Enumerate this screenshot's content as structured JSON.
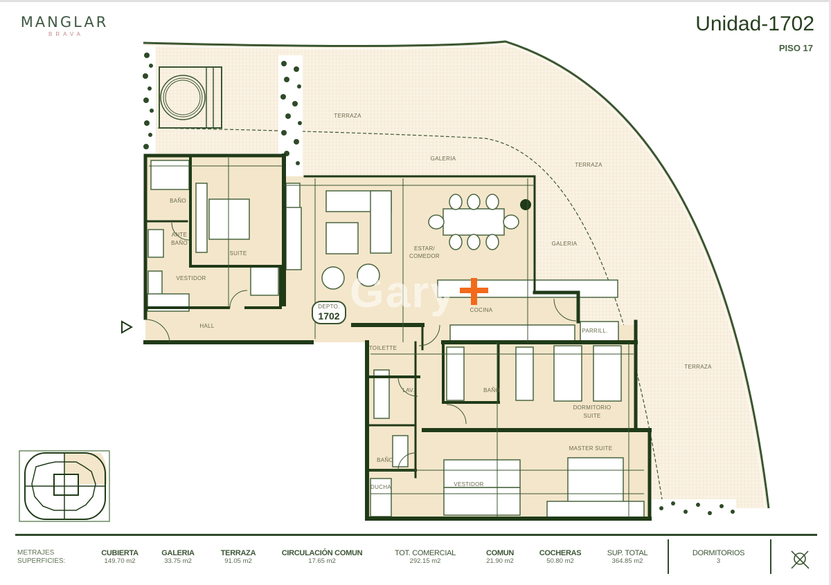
{
  "brand": {
    "name": "MANGLAR",
    "sub": "BRAVA"
  },
  "header": {
    "unit_title": "Unidad-1702",
    "floor": "PISO 17"
  },
  "plan": {
    "depto_label": "DEPTO.",
    "depto_number": "1702",
    "rooms": {
      "terraza_top": "TERRAZA",
      "galeria_top": "GALERIA",
      "terraza_right_top": "TERRAZA",
      "galeria_right": "GALERIA",
      "terraza_right": "TERRAZA",
      "bano_suite": "BAÑO",
      "ante_bano_1": "ANTE",
      "ante_bano_2": "BAÑO",
      "suite": "SUITE",
      "vestidor_suite": "VESTIDOR",
      "hall": "HALL",
      "estar_1": "ESTAR/",
      "estar_2": "COMEDOR",
      "cocina": "COCINA",
      "parrill": "PARRILL.",
      "toilette": "TOILETTE",
      "lav": "LAV.",
      "bano_dorm": "BAÑO",
      "dormitorio_1": "DORMITORIO",
      "dormitorio_2": "SUITE",
      "master_suite": "MASTER SUITE",
      "bano_master": "BAÑO",
      "vestidor_master": "VESTIDOR",
      "ducha": "DUCHA"
    },
    "watermark": "Gary"
  },
  "colors": {
    "wall": "#203a18",
    "interior": "#f3e6cb",
    "terrace": "#faf1e2",
    "accent_orange": "#f26a1b",
    "green_text": "#3d5536"
  },
  "footer": {
    "label_1": "METRAJES",
    "label_2": "SUPERFICIES:",
    "stats": [
      {
        "name": "CUBIERTA",
        "value": "149.70 m2"
      },
      {
        "name": "GALERIA",
        "value": "33.75 m2"
      },
      {
        "name": "TERRAZA",
        "value": "91.05 m2"
      },
      {
        "name": "CIRCULACIÓN  COMUN",
        "value": "17.65 m2"
      },
      {
        "name": "TOT. COMERCIAL",
        "value": "292.15 m2"
      },
      {
        "name": "COMUN",
        "value": "21.90 m2"
      },
      {
        "name": "COCHERAS",
        "value": "50.80 m2"
      },
      {
        "name": "SUP. TOTAL",
        "value": "364.85 m2"
      }
    ],
    "dormitorios": {
      "name": "DORMITORIOS",
      "value": "3"
    }
  }
}
